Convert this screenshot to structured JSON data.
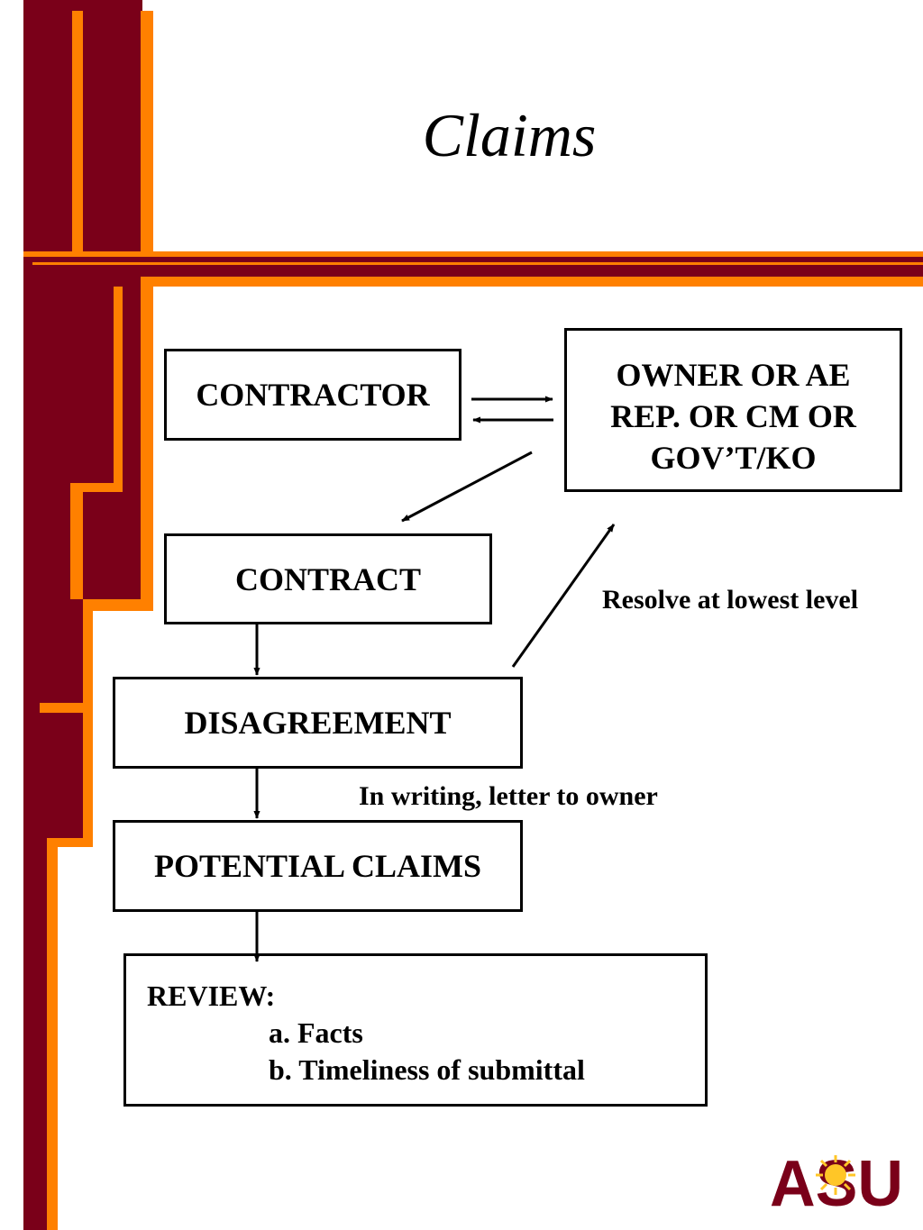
{
  "slide": {
    "title": "Claims",
    "colors": {
      "maroon": "#7a0019",
      "orange": "#ff8000",
      "gold": "#ffc627"
    }
  },
  "diagram": {
    "contractor": "CONTRACTOR",
    "owner": "OWNER OR AE\nREP. OR CM OR\nGOV’T/KO",
    "contract": "CONTRACT",
    "disagreement": "DISAGREEMENT",
    "potential_claims": "POTENTIAL CLAIMS",
    "resolve_note": "Resolve at lowest level",
    "writing_note": "In writing, letter to owner",
    "review": {
      "heading": "REVIEW:",
      "items": [
        "a.  Facts",
        "b.  Timeliness of submittal"
      ]
    }
  },
  "logo": {
    "text": "ASU",
    "icon": "sun-icon"
  }
}
